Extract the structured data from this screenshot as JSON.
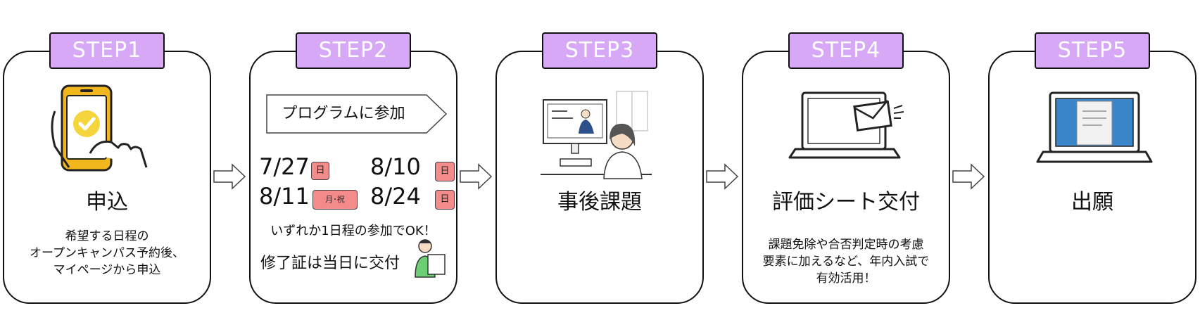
{
  "steps": [
    {
      "label": "STEP1",
      "title": "申込",
      "desc": [
        "希望する日程の",
        "オープンキャンパス予約後、",
        "マイページから申込"
      ]
    },
    {
      "label": "STEP2",
      "program": "プログラムに参加",
      "dates": [
        {
          "date": "7/27",
          "day": "日"
        },
        {
          "date": "8/10",
          "day": "日"
        },
        {
          "date": "8/11",
          "day": "月･祝"
        },
        {
          "date": "8/24",
          "day": "日"
        }
      ],
      "note": "いずれか1日程の参加でOK！",
      "certificate": "修了証は当日に交付"
    },
    {
      "label": "STEP3",
      "title": "事後課題"
    },
    {
      "label": "STEP4",
      "title": "評価シート交付",
      "desc": [
        "課題免除や合否判定時の考慮",
        "要素に加えるなど、年内入試で",
        "有効活用！"
      ]
    },
    {
      "label": "STEP5",
      "title": "出願"
    }
  ],
  "colors": {
    "tab": "#d7a8f6",
    "badge": "#f48b8b",
    "phone": "#f2b71d",
    "check": "#f5d43c",
    "screen": "#3a86c8"
  },
  "icons": [
    "smartphone-check-icon",
    "online-lesson-icon",
    "laptop-mail-icon",
    "laptop-document-icon",
    "student-certificate-icon",
    "arrow-right-icon"
  ]
}
